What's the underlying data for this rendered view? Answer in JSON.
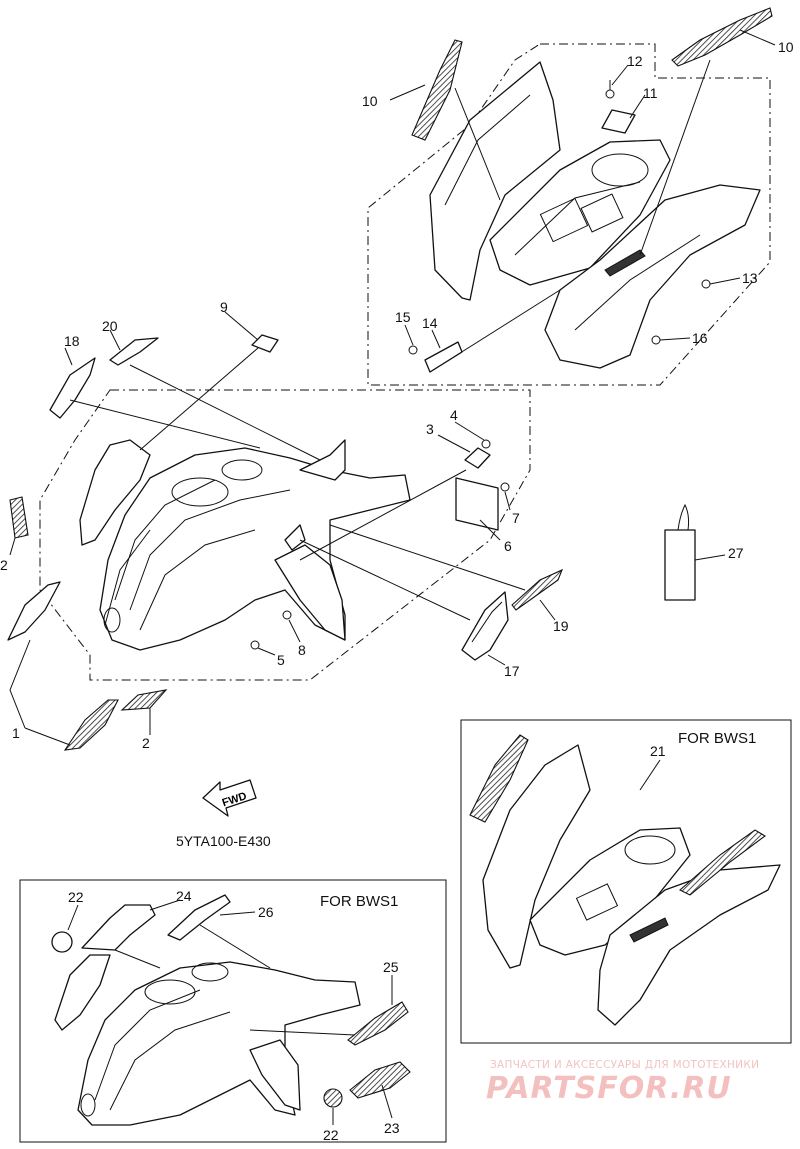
{
  "diagram_code": "5YTA100-E430",
  "fwd_label": "FWD",
  "variant_boxes": {
    "rear_fender_bws": "FOR BWS1",
    "front_fender_bws": "FOR BWS1"
  },
  "callouts": {
    "c1": "1",
    "c2a": "2",
    "c2b": "2",
    "c3": "3",
    "c4": "4",
    "c5": "5",
    "c6": "6",
    "c7": "7",
    "c8": "8",
    "c9": "9",
    "c10a": "10",
    "c10b": "10",
    "c11": "11",
    "c12": "12",
    "c13": "13",
    "c14": "14",
    "c15": "15",
    "c16": "16",
    "c17": "17",
    "c18": "18",
    "c19": "19",
    "c20": "20",
    "c21": "21",
    "c22a": "22",
    "c22b": "22",
    "c23": "23",
    "c24": "24",
    "c25": "25",
    "c26": "26",
    "c27": "27"
  },
  "watermark": {
    "caption": "ЗАПЧАСТИ И АКСЕССУАРЫ ДЛЯ МОТОТЕХНИКИ",
    "brand": "PARTSFOR.RU"
  },
  "colors": {
    "line": "#111111",
    "background": "#ffffff",
    "watermark": "#f2b5b5"
  }
}
